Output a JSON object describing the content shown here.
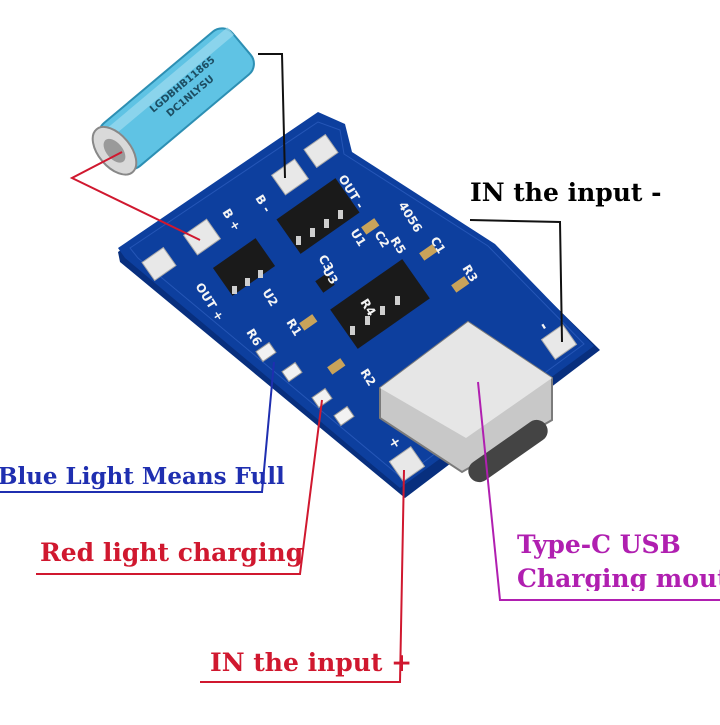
{
  "labels": {
    "in_minus": "IN the input -",
    "blue_light": "Blue Light Means Full",
    "red_light": "Red light charging",
    "type_c_line1": "Type-C USB",
    "type_c_line2": "Charging mouth",
    "in_plus": "IN the input +"
  },
  "battery": {
    "print_line1": "LGDBHB11865",
    "print_line2": "DC1NLYSU"
  },
  "pcb": {
    "silkscreen": {
      "b_minus": "B -",
      "b_plus": "B +",
      "out_minus": "OUT -",
      "out_plus": "OUT +",
      "chip_code": "4056",
      "u1": "U1",
      "u2": "U2",
      "u3": "U3",
      "r1": "R1",
      "r2": "R2",
      "r3": "R3",
      "r4": "R4",
      "r5": "R5",
      "r6": "R6",
      "c1": "C1",
      "c2": "C2",
      "c3": "C3",
      "plus": "+",
      "minus": "-"
    }
  },
  "colors": {
    "in_minus": "#111111",
    "blue_light": "#1f2fb0",
    "red_light": "#d0182f",
    "type_c": "#b01fb0",
    "in_plus": "#d0182f",
    "battery_leader": "#d0182f",
    "pcb": "#0d3f9e",
    "battery": "#5fc3e4"
  }
}
